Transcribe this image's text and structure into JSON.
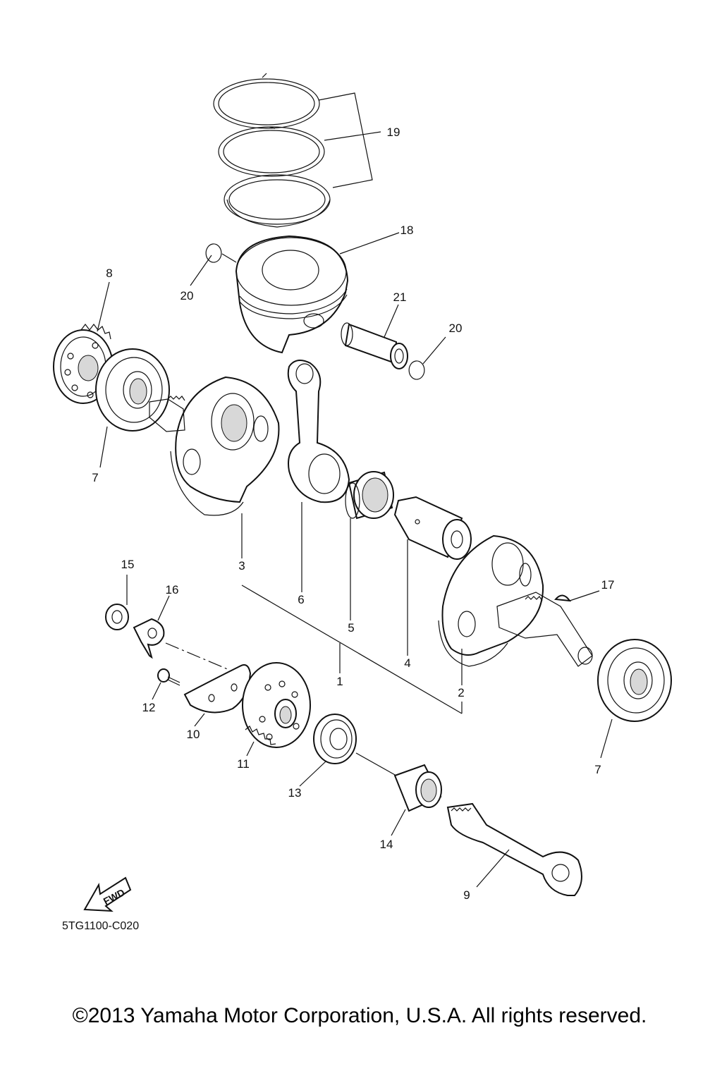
{
  "diagram": {
    "parts": [
      {
        "id": "part-1",
        "number": "1"
      },
      {
        "id": "part-2",
        "number": "2"
      },
      {
        "id": "part-3",
        "number": "3"
      },
      {
        "id": "part-4",
        "number": "4"
      },
      {
        "id": "part-5",
        "number": "5"
      },
      {
        "id": "part-6",
        "number": "6"
      },
      {
        "id": "part-7a",
        "number": "7"
      },
      {
        "id": "part-7b",
        "number": "7"
      },
      {
        "id": "part-8",
        "number": "8"
      },
      {
        "id": "part-9",
        "number": "9"
      },
      {
        "id": "part-10",
        "number": "10"
      },
      {
        "id": "part-11",
        "number": "11"
      },
      {
        "id": "part-12",
        "number": "12"
      },
      {
        "id": "part-13",
        "number": "13"
      },
      {
        "id": "part-14",
        "number": "14"
      },
      {
        "id": "part-15",
        "number": "15"
      },
      {
        "id": "part-16",
        "number": "16"
      },
      {
        "id": "part-17",
        "number": "17"
      },
      {
        "id": "part-18",
        "number": "18"
      },
      {
        "id": "part-19",
        "number": "19"
      },
      {
        "id": "part-20a",
        "number": "20"
      },
      {
        "id": "part-20b",
        "number": "20"
      },
      {
        "id": "part-21",
        "number": "21"
      }
    ],
    "fwd_label": "FWD",
    "code": "5TG1100-C020"
  },
  "footer": {
    "copyright": "©2013 Yamaha Motor Corporation, U.S.A. All rights reserved."
  }
}
